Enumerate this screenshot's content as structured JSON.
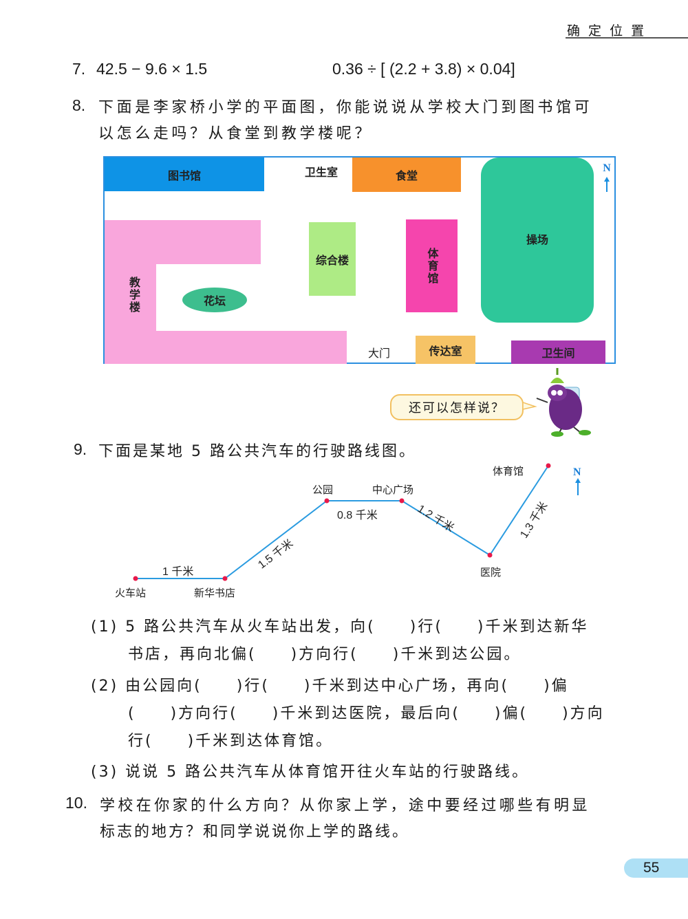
{
  "header": {
    "section_title": "确 定 位 置",
    "page_number": "55"
  },
  "q7": {
    "number": "7.",
    "expr1": "42.5 − 9.6 × 1.5",
    "expr2": "0.36 ÷ [ (2.2 + 3.8) × 0.04]"
  },
  "q8": {
    "number": "8.",
    "line1": "下面是李家桥小学的平面图，你能说说从学校大门到图书馆可",
    "line2": "以怎么走吗？从食堂到教学楼呢？",
    "map": {
      "library": "图书馆",
      "clinic": "卫生室",
      "canteen": "食堂",
      "playground": "操场",
      "teaching_building": "教学楼",
      "flower_bed": "花坛",
      "complex_building": "综合楼",
      "gym": "体育馆",
      "gate": "大门",
      "reception": "传达室",
      "restroom": "卫生间",
      "north": "N"
    },
    "speech_bubble": "还可以怎样说？"
  },
  "q9": {
    "number": "9.",
    "title": "下面是某地 5 路公共汽车的行驶路线图。",
    "route": {
      "stops": [
        "火车站",
        "新华书店",
        "公园",
        "中心广场",
        "医院",
        "体育馆"
      ],
      "distances": [
        "1 千米",
        "1.5 千米",
        "0.8 千米",
        "1.2 千米",
        "1.3 千米"
      ],
      "north": "N"
    },
    "sub1_line1": "(1) 5 路公共汽车从火车站出发，向(　　)行(　　)千米到达新华",
    "sub1_line2": "书店，再向北偏(　　)方向行(　　)千米到达公园。",
    "sub2_line1": "(2) 由公园向(　　)行(　　)千米到达中心广场，再向(　　)偏",
    "sub2_line2": "(　　)方向行(　　)千米到达医院，最后向(　　)偏(　　)方向",
    "sub2_line3": "行(　　)千米到达体育馆。",
    "sub3": "(3) 说说 5 路公共汽车从体育馆开往火车站的行驶路线。"
  },
  "q10": {
    "number": "10.",
    "line1": "学校在你家的什么方向？从你家上学，途中要经过哪些有明显",
    "line2": "标志的地方？和同学说说你上学的路线。"
  }
}
